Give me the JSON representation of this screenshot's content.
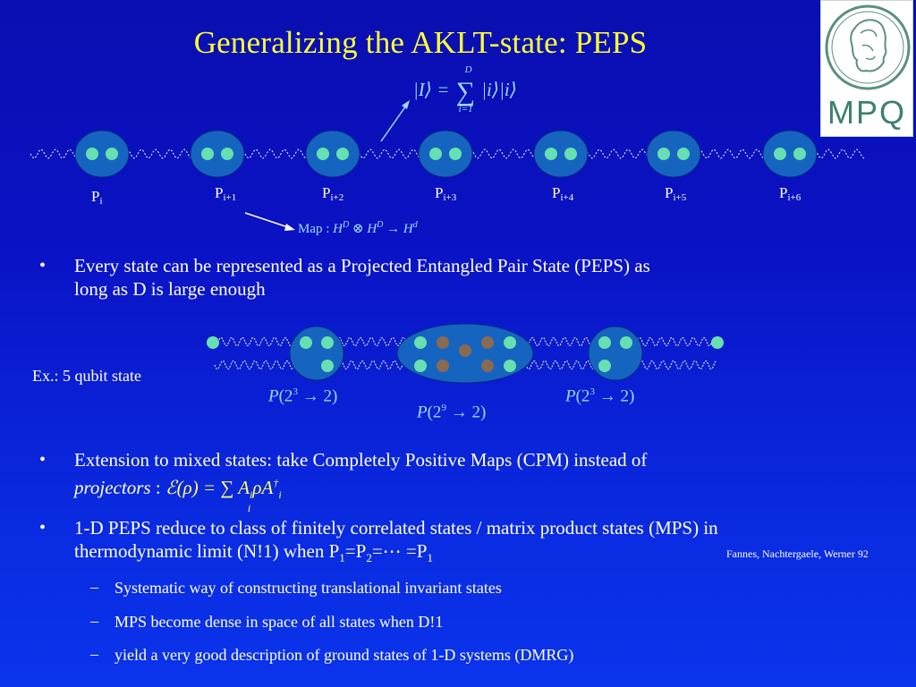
{
  "title": "Generalizing the AKLT-state: PEPS",
  "logo": {
    "text": "MPQ"
  },
  "chain": {
    "sites": [
      {
        "base": "P",
        "sub": "i"
      },
      {
        "base": "P",
        "sub": "i+1"
      },
      {
        "base": "P",
        "sub": "i+2"
      },
      {
        "base": "P",
        "sub": "i+3"
      },
      {
        "base": "P",
        "sub": "i+4"
      },
      {
        "base": "P",
        "sub": "i+5"
      },
      {
        "base": "P",
        "sub": "i+6"
      }
    ],
    "entangled_pair_formula": {
      "lhs": "|I⟩ =",
      "sum_upper": "D",
      "sum_lower": "i=1",
      "rhs": "|i⟩|i⟩"
    },
    "map_formula": {
      "prefix": "Map : ",
      "text": "H",
      "sup1": "D",
      "otimes": " ⊗ H",
      "sup2": "D",
      "arrow": " → H",
      "sup3": "d"
    }
  },
  "bullets": [
    {
      "text": "Every state can be represented as a Projected Entangled Pair State (PEPS) as long as D is large enough",
      "line1": "Every state can be represented as a Projected Entangled Pair State (PEPS) as",
      "line2": "long as D is large enough"
    },
    {
      "line1": "Extension to mixed states: take Completely Positive Maps (CPM) instead of",
      "line2_em": "projectors",
      "line2_rest": " : ",
      "cpm_formula": {
        "lhs": "ℰ(ρ) = ∑",
        "term": "A",
        "term_sub": "i",
        "rho": "ρA",
        "dagger": "†",
        "dagger_sub": "i",
        "sum_sub": "i"
      }
    },
    {
      "line1": "1-D PEPS reduce to class of finitely correlated states / matrix product states (MPS) in",
      "line2_start": "thermodynamic limit (N!1) when P",
      "sub1": "1",
      "eq1": "=P",
      "sub2": "2",
      "eq2": "=⋯ =P",
      "sub3": "1"
    }
  ],
  "sub_bullets": [
    "Systematic way of constructing translational invariant states",
    "MPS become dense in space of all states when D!1",
    "yield a very good description of ground states of 1-D systems (DMRG)"
  ],
  "example": {
    "label": "Ex.: 5 qubit state",
    "projectors": [
      {
        "p": "P",
        "base": "(2",
        "exp": "3",
        "arrow": " → 2)"
      },
      {
        "p": "P",
        "base": "(2",
        "exp": "9",
        "arrow": " → 2)"
      },
      {
        "p": "P",
        "base": "(2",
        "exp": "3",
        "arrow": " → 2)"
      }
    ]
  },
  "citation": "Fannes, Nachtergaele, Werner 92",
  "colors": {
    "background_top": "#0a0fb0",
    "background_bottom": "#0a34ec",
    "title": "#ffff33",
    "node_fill": "#1565c0",
    "qubit_green": "#66e0b0",
    "qubit_brown": "#8a6a50",
    "formula": "#9fd8ff",
    "wave": "#ffffff"
  }
}
